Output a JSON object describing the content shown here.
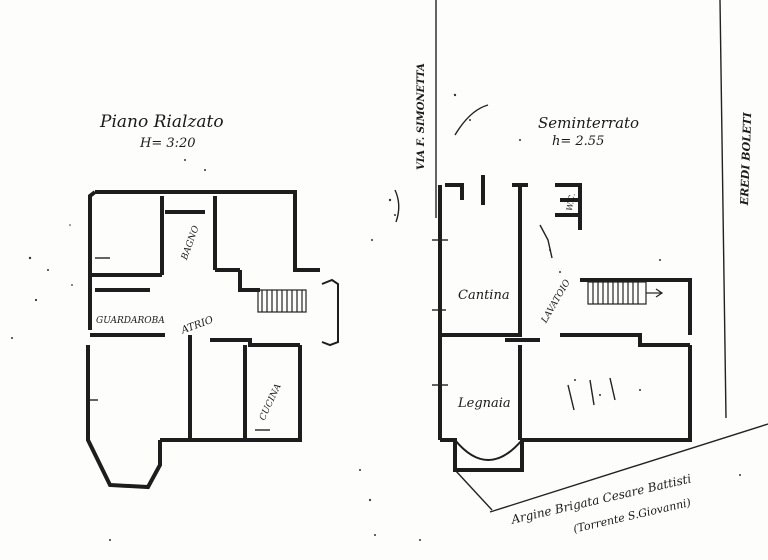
{
  "plans": {
    "ground_floor": {
      "title": "Piano Rialzato",
      "height": "H= 3:20",
      "rooms": {
        "bagno": "BAGNO",
        "atrio": "ATRIO",
        "guardaroba": "GUARDAROBA",
        "cucina": "CUCINA"
      }
    },
    "basement": {
      "title": "Seminterrato",
      "height": "h= 2.55",
      "rooms": {
        "wc": "W.C.",
        "cantina": "Cantina",
        "lavatoio": "LAVATOIO",
        "legnaia": "Legnaia"
      }
    }
  },
  "site": {
    "street_west": "VIA F. SIMONETTA",
    "neighbor_east": "EREDI BOLETI",
    "south_line1": "Argine Brigata Cesare Battisti",
    "south_line2": "(Torrente S.Giovanni)"
  }
}
